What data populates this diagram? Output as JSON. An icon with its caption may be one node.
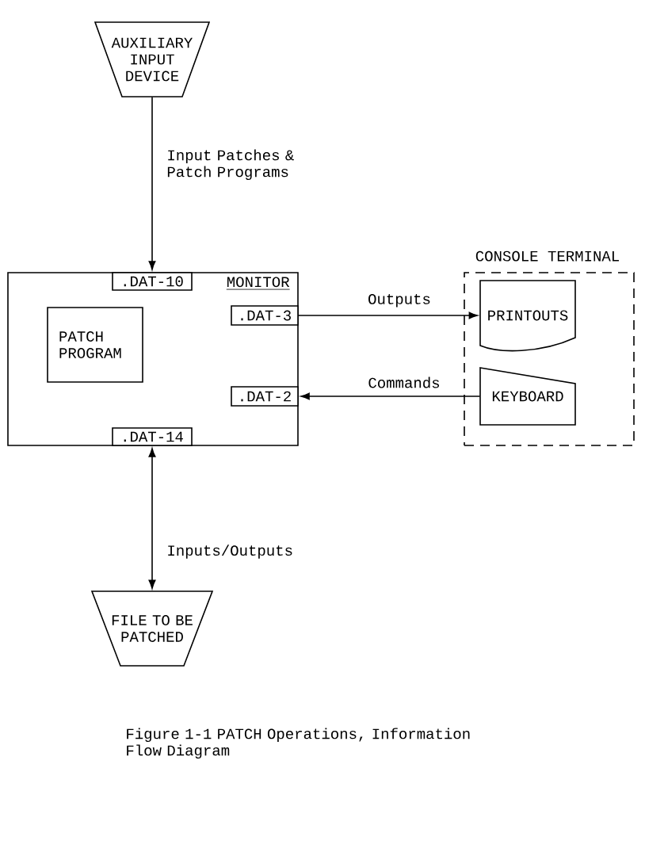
{
  "diagram": {
    "caption": "Figure 1-1 PATCH Operations, Information Flow Diagram",
    "nodes": [
      {
        "text": [
          "AUXILIARY INPUT DEVICE"
        ]
      },
      {
        "text": [
          "MONITOR"
        ]
      },
      {
        "text": [
          ".DAT-10"
        ],
        "in": 1
      },
      {
        "text": [
          "PATCH PROGRAM"
        ],
        "in": 1
      },
      {
        "text": [
          ".DAT-3"
        ],
        "in": 1
      },
      {
        "text": [
          ".DAT-2"
        ],
        "in": 1
      },
      {
        "text": [
          ".DAT-14"
        ],
        "in": 1
      },
      {
        "text": [
          "CONSOLE TERMINAL"
        ]
      },
      {
        "text": [
          "PRINTOUTS"
        ],
        "in": 7
      },
      {
        "text": [
          "KEYBOARD"
        ],
        "in": 7
      },
      {
        "text": [
          "FILE TO BE PATCHED"
        ]
      }
    ],
    "edges": [
      {
        "from": 0,
        "to": 2,
        "arrow": "to",
        "label": "Input Patches & Patch Programs"
      },
      {
        "from": 4,
        "to": 8,
        "arrow": "to",
        "label": "Outputs"
      },
      {
        "from": 9,
        "to": 5,
        "arrow": "to",
        "label": "Commands"
      },
      {
        "from": 6,
        "to": 10,
        "arrow": "both",
        "label": "Inputs/Outputs"
      }
    ]
  }
}
